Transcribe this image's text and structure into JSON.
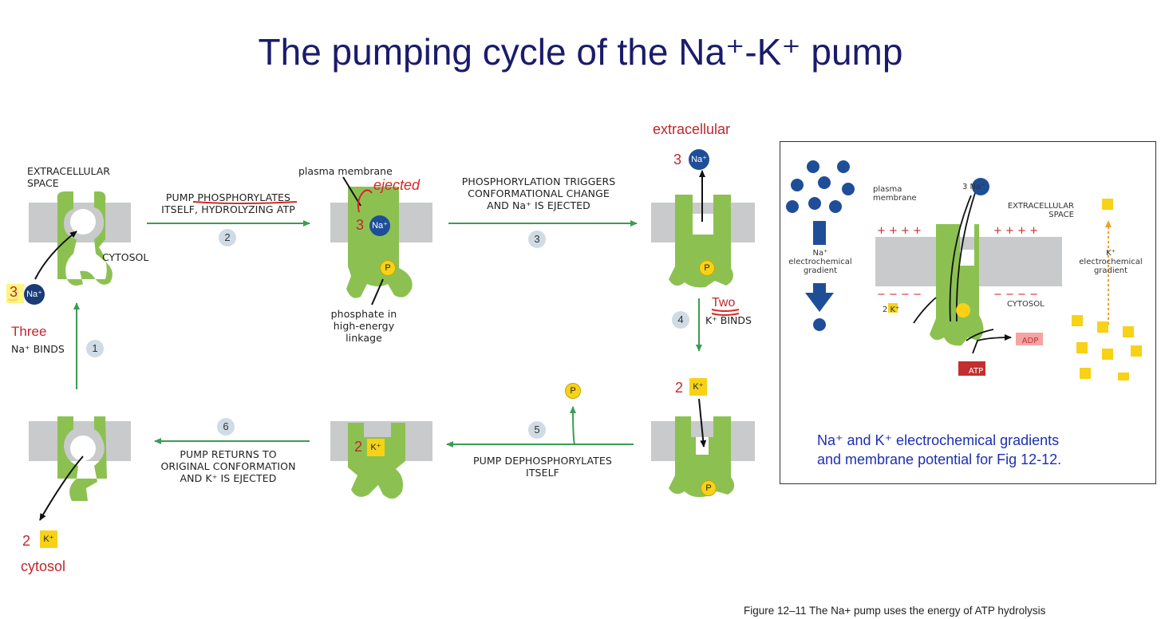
{
  "title": "The pumping cycle of the Na⁺-K⁺ pump",
  "labels": {
    "extracellular_space": "EXTRACELLULAR\nSPACE",
    "cytosol": "CYTOSOL",
    "plasma_membrane": "plasma membrane",
    "phosphate_label": "phosphate in\nhigh-energy\nlinkage",
    "na_binds": "Na⁺ BINDS",
    "k_binds": "K⁺ BINDS"
  },
  "steps": {
    "s1": "1",
    "s2": "2",
    "s3": "3",
    "s4": "4",
    "s5": "5",
    "s6": "6",
    "step2_caption": "PUMP PHOSPHORYLATES\nITSELF, HYDROLYZING ATP",
    "step3_caption": "PHOSPHORYLATION TRIGGERS\nCONFORMATIONAL CHANGE\nAND Na⁺ IS EJECTED",
    "step5_caption": "PUMP DEPHOSPHORYLATES\nITSELF",
    "step6_caption": "PUMP RETURNS TO\nORIGINAL CONFORMATION\nAND K⁺ IS EJECTED"
  },
  "ions": {
    "na": "Na⁺",
    "k": "K⁺",
    "p": "P",
    "three": "3",
    "two": "2"
  },
  "red_annotations": {
    "extracellular": "extracellular",
    "cytosol": "cytosol",
    "three_word": "Three",
    "two_word": "Two",
    "ejected": "ejected"
  },
  "inset": {
    "plasma_membrane": "plasma\nmembrane",
    "extracellular_space": "EXTRACELLULAR\nSPACE",
    "cytosol": "CYTOSOL",
    "na_gradient": "Na⁺\nelectrochemical\ngradient",
    "k_gradient": "K⁺\nelectrochemical\ngradient",
    "na3": "3 Na⁺",
    "k2": "2 K⁺",
    "atp": "ATP",
    "adp": "ADP",
    "caption": "Na⁺ and K⁺ electrochemical gradients\nand membrane potential for Fig 12-12."
  },
  "footer": "Figure 12–11 The Na+ pump uses the energy of ATP hydrolysis",
  "colors": {
    "title": "#1b1b6b",
    "membrane": "#c8cacb",
    "pump": "#8cc152",
    "arrow": "#3a9d54",
    "na": "#1f4e99",
    "k": "#f7d217",
    "annotation_red": "#c1272d",
    "caption_blue": "#1e2fb0"
  }
}
